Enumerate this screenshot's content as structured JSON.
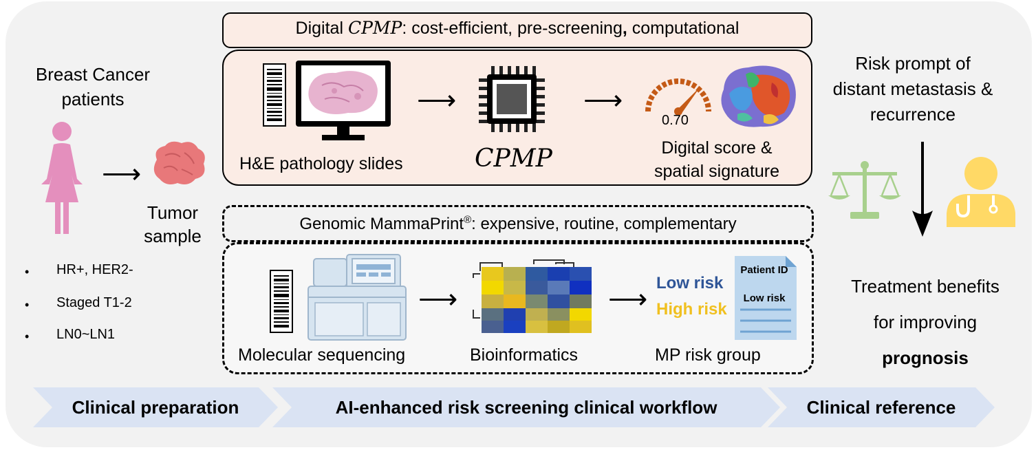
{
  "left": {
    "title_line1": "Breast Cancer",
    "title_line2": "patients",
    "tumor_line1": "Tumor",
    "tumor_line2": "sample",
    "criteria": [
      "HR+, HER2-",
      "Staged T1-2",
      "LN0~LN1"
    ],
    "bullet": "•"
  },
  "digital": {
    "header_prefix": "Digital ",
    "header_brand": "CPMP",
    "header_suffix": ": cost-efficient, pre-screening",
    "header_comma": ",",
    "header_end": " computational",
    "slides_label": "H&E pathology slides",
    "cpmp_label": "CPMP",
    "score_value": "0.70",
    "score_label_line1": "Digital score &",
    "score_label_line2": "spatial signature"
  },
  "genomic": {
    "header_prefix": "Genomic MammaPrint",
    "header_reg": "®",
    "header_suffix": ": expensive, routine, complementary",
    "sequencing_label": "Molecular sequencing",
    "bioinfo_label": "Bioinformatics",
    "low_risk": "Low risk",
    "high_risk": "High risk",
    "card_title": "Patient ID",
    "card_value": "Low risk",
    "group_label": "MP risk group"
  },
  "right": {
    "risk_line1": "Risk prompt of",
    "risk_line2": "distant metastasis &",
    "risk_line3": "recurrence",
    "benefit_line1": "Treatment benefits",
    "benefit_line2": "for improving",
    "benefit_line3": "prognosis"
  },
  "workflow": {
    "stage1": "Clinical preparation",
    "stage2": "AI-enhanced risk screening clinical workflow",
    "stage3": "Clinical reference"
  },
  "colors": {
    "background": "#f2f2f2",
    "digital_box": "#fbece5",
    "patient_pink": "#e48fbd",
    "tumor": "#e8787a",
    "gauge": "#c45a16",
    "scale_green": "#a8d08d",
    "doctor_yellow": "#ffd966",
    "low_risk_blue": "#2f5597",
    "high_risk_yellow": "#f0c020",
    "card_blue": "#bdd7ee",
    "stage_arrow": "#dae3f3"
  }
}
